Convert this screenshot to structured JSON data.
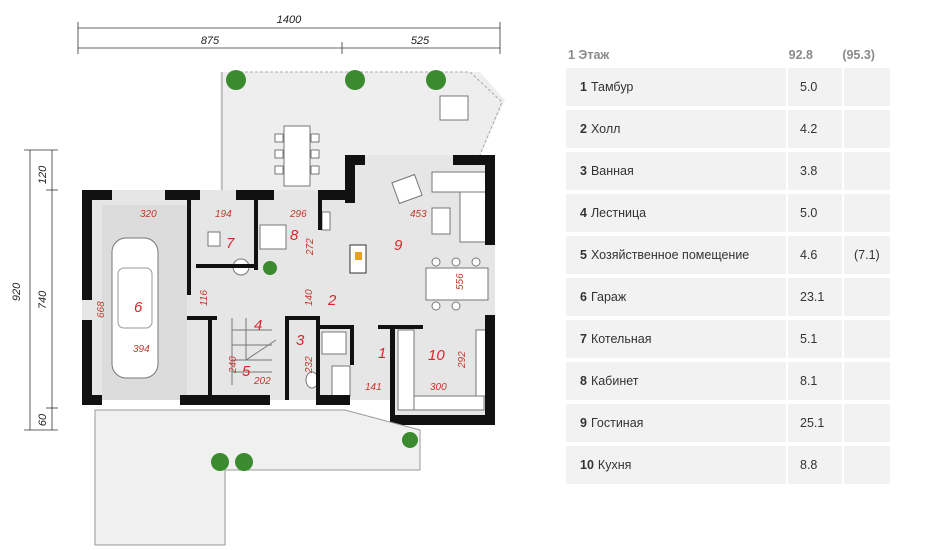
{
  "plan": {
    "dims": {
      "total_width": "1400",
      "part_left": "875",
      "part_right": "525",
      "total_depth": "920",
      "terrace_depth": "120",
      "house_depth": "740",
      "bottom_offset": "60"
    },
    "inner_dims": {
      "d320": "320",
      "d194": "194",
      "d296": "296",
      "d453": "453",
      "d272": "272",
      "d668": "668",
      "d394": "394",
      "d116": "116",
      "d140": "140",
      "d556": "556",
      "d240": "240",
      "d232": "232",
      "d202": "202",
      "d141": "141",
      "d300": "300",
      "d292": "292"
    },
    "room_labels": [
      "1",
      "2",
      "3",
      "4",
      "5",
      "6",
      "7",
      "8",
      "9",
      "10"
    ]
  },
  "table": {
    "header": {
      "name": "1 Этаж",
      "area": "92.8",
      "extra": "(95.3)"
    },
    "rows": [
      {
        "num": "1",
        "name": "Тамбур",
        "area": "5.0",
        "extra": ""
      },
      {
        "num": "2",
        "name": "Холл",
        "area": "4.2",
        "extra": ""
      },
      {
        "num": "3",
        "name": "Ванная",
        "area": "3.8",
        "extra": ""
      },
      {
        "num": "4",
        "name": "Лестница",
        "area": "5.0",
        "extra": ""
      },
      {
        "num": "5",
        "name": "Хозяйственное помещение",
        "area": "4.6",
        "extra": "(7.1)"
      },
      {
        "num": "6",
        "name": "Гараж",
        "area": "23.1",
        "extra": ""
      },
      {
        "num": "7",
        "name": "Котельная",
        "area": "5.1",
        "extra": ""
      },
      {
        "num": "8",
        "name": "Кабинет",
        "area": "8.1",
        "extra": ""
      },
      {
        "num": "9",
        "name": "Гостиная",
        "area": "25.1",
        "extra": ""
      },
      {
        "num": "10",
        "name": "Кухня",
        "area": "8.8",
        "extra": ""
      }
    ]
  },
  "colors": {
    "wall": "#111111",
    "floor": "#e6e6e6",
    "label": "#d6262b",
    "plant": "#3b8a2f"
  }
}
